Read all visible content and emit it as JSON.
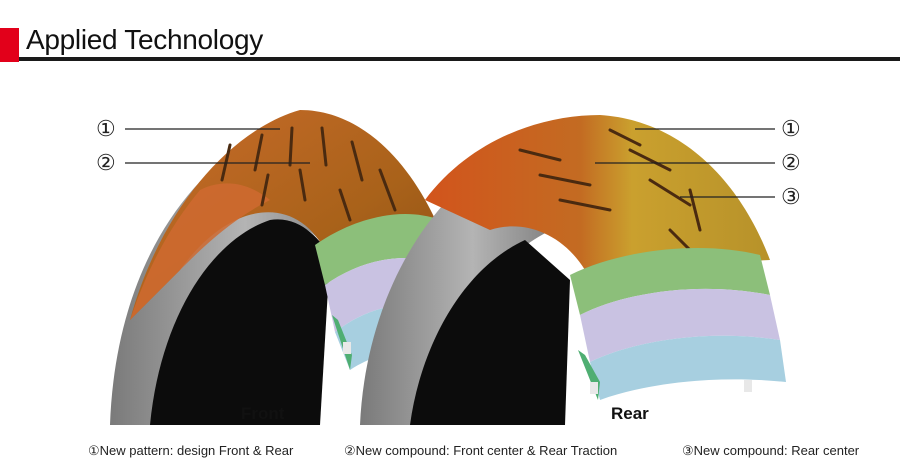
{
  "header": {
    "title": "Applied Technology"
  },
  "tires": {
    "front": {
      "label": "Front",
      "callouts": [
        "①",
        "②"
      ]
    },
    "rear": {
      "label": "Rear",
      "callouts": [
        "①",
        "②",
        "③"
      ]
    }
  },
  "legend": {
    "item1": "①New pattern: design Front & Rear",
    "item2": "②New compound: Front center & Rear Traction",
    "item3": "③New compound: Rear center"
  },
  "colors": {
    "brand_red": "#e2001a",
    "compound_center": "#b5681e",
    "compound_traction": "#c85a1e",
    "compound_rear_center": "#c9a82a",
    "ply_green": "#8cbf7a",
    "ply_lilac": "#c9c2e2",
    "ply_blue": "#a7cfe0"
  }
}
